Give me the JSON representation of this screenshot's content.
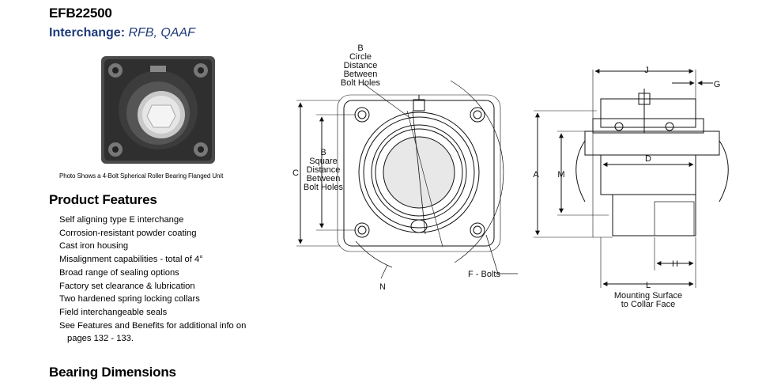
{
  "header": {
    "title": "EFB22500",
    "interchange_label": "Interchange:",
    "interchange_value": "RFB, QAAF"
  },
  "photo": {
    "caption": "Photo Shows a 4-Bolt Spherical Roller Bearing Flanged Unit"
  },
  "product_features": {
    "heading": "Product Features",
    "items": [
      "Self aligning type E interchange",
      "Corrosion-resistant powder coating",
      "Cast iron housing",
      "Misalignment capabilities - total of 4°",
      "Broad range of sealing options",
      "Factory set clearance & lubrication",
      "Two hardened spring locking collars",
      "Field interchangeable seals"
    ],
    "last_item_line1": "See Features and Benefits for additional info on",
    "last_item_line2": "pages 132 - 133."
  },
  "bearing_dimensions": {
    "heading": "Bearing Dimensions"
  },
  "diagram": {
    "label_b_circle": [
      "B",
      "Circle",
      "Distance",
      "Between",
      "Bolt Holes"
    ],
    "label_b_square": [
      "B",
      "Square",
      "Distance",
      "Between",
      "Bolt Holes"
    ],
    "label_c": "C",
    "label_n": "N",
    "label_f_bolts": "F - Bolts",
    "label_j": "J",
    "label_g": "G",
    "label_a": "A",
    "label_m": "M",
    "label_d": "D",
    "label_h": "H",
    "label_l": "L",
    "mounting_line1": "Mounting Surface",
    "mounting_line2": "to Collar Face"
  }
}
